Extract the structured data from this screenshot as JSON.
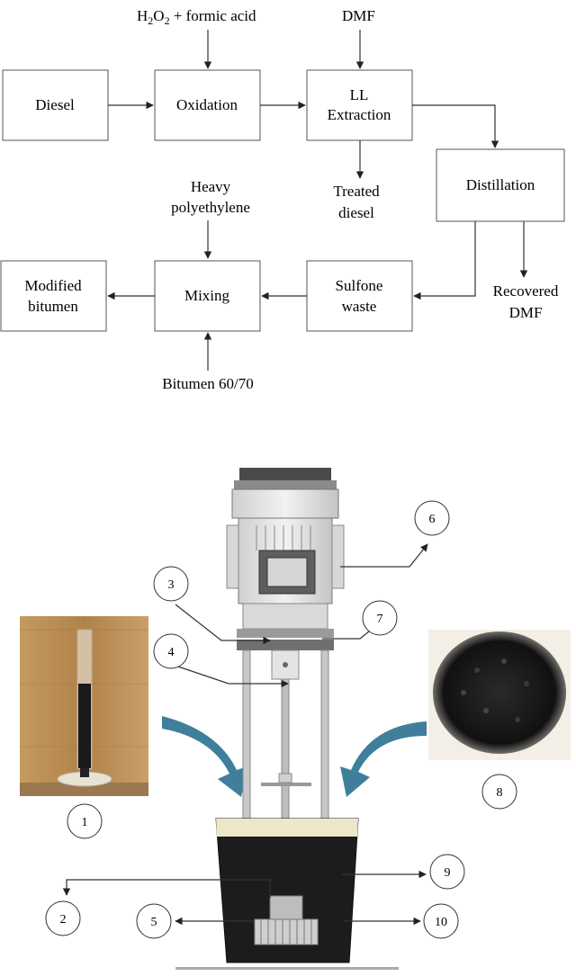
{
  "flowchart": {
    "inputs": {
      "oxidant_prefix": "H",
      "oxidant_sub1": "2",
      "oxidant_mid": "O",
      "oxidant_sub2": "2",
      "oxidant_suffix": " + formic acid",
      "solvent": "DMF",
      "polymer_line1": "Heavy",
      "polymer_line2": "polyethylene",
      "bitumen": "Bitumen 60/70"
    },
    "boxes": {
      "diesel": "Diesel",
      "oxidation": "Oxidation",
      "extraction_line1": "LL",
      "extraction_line2": "Extraction",
      "distillation": "Distillation",
      "sulfone_line1": "Sulfone",
      "sulfone_line2": "waste",
      "mixing": "Mixing",
      "modified_line1": "Modified",
      "modified_line2": "bitumen"
    },
    "outputs": {
      "treated_line1": "Treated",
      "treated_line2": "diesel",
      "recovered_line1": "Recovered",
      "recovered_line2": "DMF"
    }
  },
  "apparatus": {
    "labels": [
      "1",
      "2",
      "3",
      "4",
      "5",
      "6",
      "7",
      "8",
      "9",
      "10"
    ],
    "colors": {
      "arrow": "#3f7f9b",
      "bitumen": "#1c1c1c",
      "wood": "#b88a50",
      "motor": "#e6e6e6"
    }
  }
}
